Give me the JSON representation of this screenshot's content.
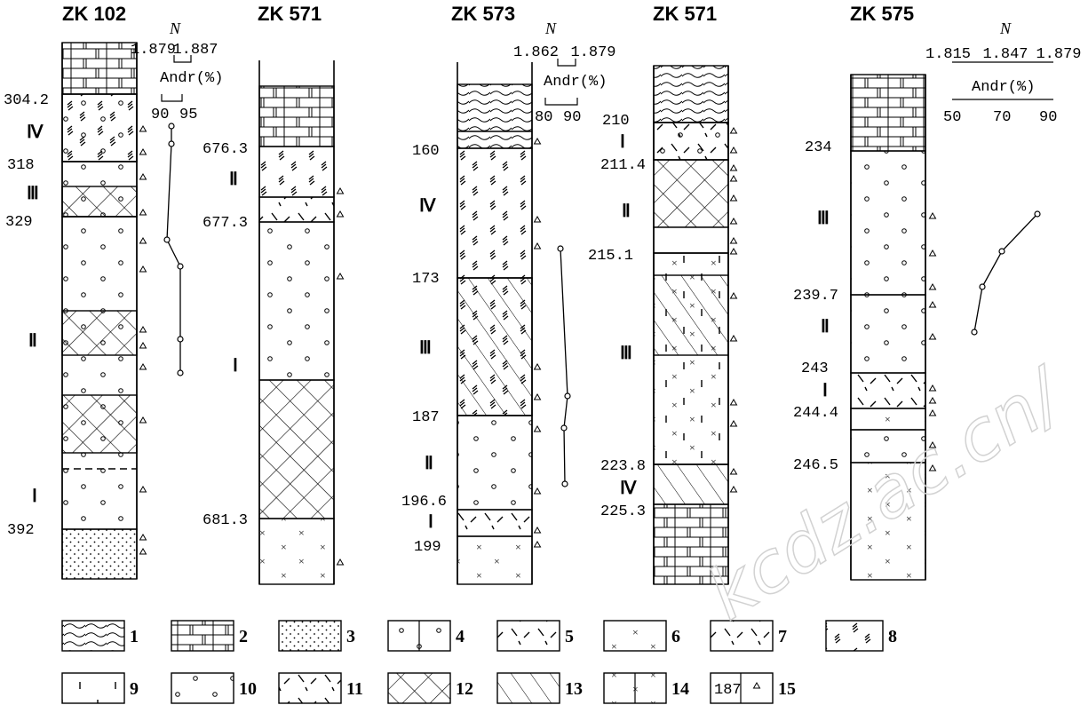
{
  "columns": [
    {
      "title": "ZK 102",
      "depths": [
        "304.2",
        "318",
        "329",
        "392"
      ],
      "zones": [
        "Ⅳ",
        "Ⅲ",
        "Ⅱ",
        "Ⅰ"
      ],
      "axis": {
        "n_ticks": [
          "1.879",
          "1.887"
        ],
        "andr_label": "Andr(%)",
        "andr_ticks": [
          "90",
          "95"
        ]
      }
    },
    {
      "title": "ZK 571",
      "depths": [
        "676.3",
        "677.3",
        "681.3"
      ],
      "zones": [
        "Ⅱ",
        "Ⅰ"
      ]
    },
    {
      "title": "ZK 573",
      "depths": [
        "160",
        "173",
        "187",
        "196.6",
        "199"
      ],
      "zones": [
        "Ⅳ",
        "Ⅲ",
        "Ⅱ",
        "Ⅰ"
      ],
      "axis": {
        "n_ticks": [
          "1.862",
          "1.879"
        ],
        "andr_label": "Andr(%)",
        "andr_ticks": [
          "80",
          "90"
        ]
      }
    },
    {
      "title": "ZK 571",
      "depths": [
        "210",
        "211.4",
        "215.1",
        "223.8",
        "225.3"
      ],
      "zones": [
        "Ⅰ",
        "Ⅱ",
        "Ⅲ",
        "Ⅳ"
      ]
    },
    {
      "title": "ZK 575",
      "depths": [
        "234",
        "239.7",
        "243",
        "244.4",
        "246.5"
      ],
      "zones": [
        "Ⅲ",
        "Ⅱ",
        "Ⅰ"
      ],
      "axis": {
        "n_ticks": [
          "1.815",
          "1.847",
          "1.879"
        ],
        "andr_label": "Andr(%)",
        "andr_ticks": [
          "50",
          "70",
          "90"
        ]
      }
    }
  ],
  "n_symbol": "N",
  "legend": [
    "1",
    "2",
    "3",
    "4",
    "5",
    "6",
    "7",
    "8",
    "9",
    "10",
    "11",
    "12",
    "13",
    "14",
    "15"
  ],
  "legend15_sample": "187",
  "watermark": "kcdz.ac.cn/"
}
